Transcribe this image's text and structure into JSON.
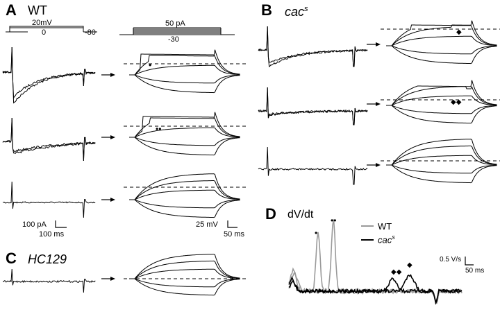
{
  "panels": {
    "A": {
      "letter": "A",
      "title": "WT",
      "voltage_protocol": {
        "step": "20mV",
        "test": "0",
        "hold": "-80"
      },
      "current_protocol": {
        "step": "50 pA",
        "hold": "-30"
      },
      "scale_current": {
        "y": "100 pA",
        "x": "100 ms"
      },
      "scale_voltage": {
        "y": "25 mV",
        "x": "50 ms"
      },
      "markers": [
        "•",
        "••"
      ]
    },
    "B": {
      "letter": "B",
      "title_base": "cac",
      "title_sup": "s",
      "markers": [
        "◆",
        "◆◆"
      ]
    },
    "C": {
      "letter": "C",
      "title": "HC129"
    },
    "D": {
      "letter": "D",
      "title": "dV/dt",
      "legend": [
        {
          "label": "WT",
          "color": "#9a9a9a"
        },
        {
          "label_base": "cac",
          "label_sup": "s",
          "color": "#000000"
        }
      ],
      "scale": {
        "y": "0.5 V/s",
        "x": "50 ms"
      },
      "markers": {
        "wt_1": "•",
        "wt_2": "••",
        "cac_1": "◆◆",
        "cac_2": "◆"
      }
    }
  },
  "colors": {
    "trace": "#000000",
    "wt_trace": "#9a9a9a"
  }
}
